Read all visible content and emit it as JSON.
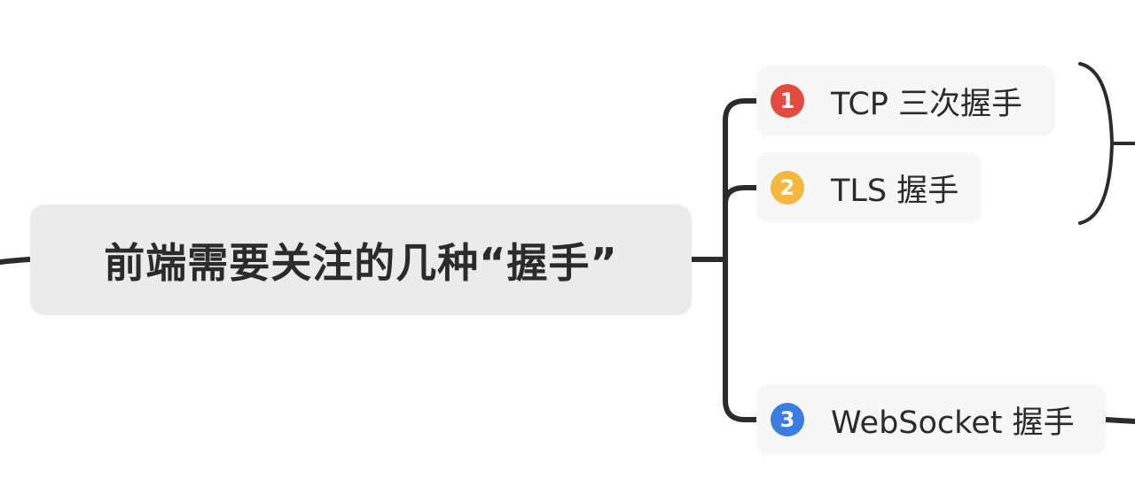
{
  "root": {
    "title": "前端需要关注的几种“握手”"
  },
  "children": [
    {
      "number": "1",
      "label": "TCP 三次握手",
      "badge_color": "#e24c3f"
    },
    {
      "number": "2",
      "label": "TLS 握手",
      "badge_color": "#f5b73e"
    },
    {
      "number": "3",
      "label": "WebSocket 握手",
      "badge_color": "#3b7de0"
    }
  ],
  "colors": {
    "line": "#2b2b2b",
    "root_bg": "#ebebeb",
    "child_bg": "#f7f7f7",
    "text": "#2b2b2b"
  }
}
